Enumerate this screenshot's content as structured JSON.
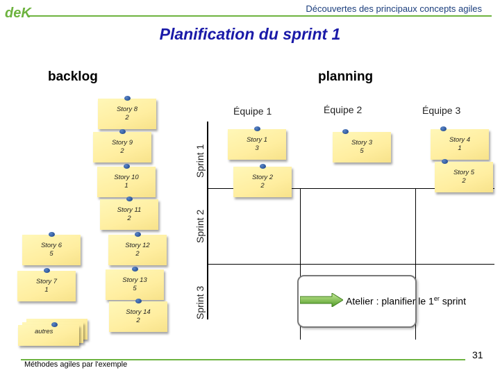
{
  "header": {
    "logo_text": "deK",
    "subtitle": "Découvertes des principaux concepts agiles"
  },
  "title": "Planification du sprint 1",
  "backlog": {
    "heading": "backlog",
    "stories": [
      {
        "name": "Story 8",
        "points": "2"
      },
      {
        "name": "Story 9",
        "points": "2"
      },
      {
        "name": "Story 10",
        "points": "1"
      },
      {
        "name": "Story 11",
        "points": "2"
      },
      {
        "name": "Story 6",
        "points": "5"
      },
      {
        "name": "Story 12",
        "points": "2"
      },
      {
        "name": "Story 7",
        "points": "1"
      },
      {
        "name": "Story 13",
        "points": "5"
      },
      {
        "name": "Story 14",
        "points": "2"
      }
    ],
    "others_label": "autres"
  },
  "planning": {
    "heading": "planning",
    "teams": [
      "Équipe 1",
      "Équipe 2",
      "Équipe 3"
    ],
    "sprints": [
      "Sprint 1",
      "Sprint 2",
      "Sprint 3"
    ],
    "stories": [
      {
        "name": "Story 1",
        "points": "3"
      },
      {
        "name": "Story 3",
        "points": "5"
      },
      {
        "name": "Story 4",
        "points": "1"
      },
      {
        "name": "Story 2",
        "points": "2"
      },
      {
        "name": "Story 5",
        "points": "2"
      }
    ]
  },
  "workshop": {
    "text_before": "Atelier : planifier le 1",
    "superscript": "er",
    "text_after": " sprint"
  },
  "footer": {
    "text": "Méthodes agiles par l'exemple",
    "page_number": "31"
  },
  "colors": {
    "accent_green": "#6db33f",
    "title_blue": "#1a1aa8",
    "note_yellow": "#ffeea0",
    "pin_blue": "#1f4a91"
  }
}
